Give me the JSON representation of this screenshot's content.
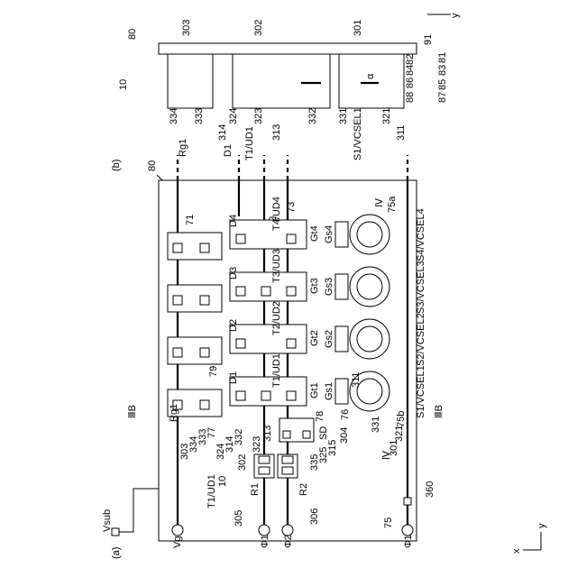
{
  "labels": {
    "fig_a": "(a)",
    "fig_b": "(b)",
    "device": "10",
    "substrate": "80",
    "vsub": "Vsub",
    "vga": "Vga",
    "phi1": "Φ1",
    "phi2": "Φ2",
    "phi1_bottom": "Φ1",
    "r1": "R1",
    "r2": "R2",
    "t1ud1_left": "T1/UD1",
    "n305": "305",
    "n306": "306",
    "n75": "75",
    "n360": "360",
    "n335": "335",
    "n325": "325",
    "n315": "315",
    "n304": "304",
    "n331": "331",
    "n301": "301",
    "n321": "321",
    "n75b": "75b",
    "iiib_top": "ⅢB",
    "iiib_bottom": "ⅢB",
    "iv_top": "Ⅳ",
    "iv_bottom": "Ⅳ",
    "n75a": "75a",
    "rg1": "Rg1",
    "n303": "303",
    "n334": "334",
    "n333": "333",
    "n77": "77",
    "n324": "324",
    "n314": "314",
    "n332": "332",
    "n302": "302",
    "n323": "323",
    "n313": "313",
    "sd": "SD",
    "n78": "78",
    "n76": "76",
    "n311": "311",
    "gs1": "Gs1",
    "gs2": "Gs2",
    "gs3": "Gs3",
    "gs4": "Gs4",
    "gt1": "Gt1",
    "gt2": "Gt2",
    "gt3": "Gt3",
    "gt4": "Gt4",
    "t1ud1": "T1/UD1",
    "t2ud2": "T2/UD2",
    "t3ud3": "T3/UD3",
    "t4ud4": "T4/UD4",
    "d1": "D1",
    "d2": "D2",
    "d3": "D3",
    "d4": "D4",
    "n79": "79",
    "s1vcsel1": "S1/VCSEL1",
    "s2vcsel2": "S2/VCSEL2",
    "s3vcsel3": "S3/VCSEL3",
    "s4vcsel4": "S4/VCSEL4",
    "n71": "71",
    "n72": "72",
    "n73": "73",
    "axis_x": "x",
    "axis_y": "y",
    "b_device": "10",
    "b_80": "80",
    "b_303": "303",
    "b_302": "302",
    "b_301": "301",
    "b_91": "91",
    "b_81": "81",
    "b_82": "82",
    "b_83": "83",
    "b_84": "84",
    "b_85": "85",
    "b_86": "86",
    "b_87": "87",
    "b_88": "88",
    "b_alpha": "α",
    "b_334": "334",
    "b_333": "333",
    "b_324": "324",
    "b_323": "323",
    "b_332": "332",
    "b_331": "331",
    "b_321": "321",
    "b_rg1": "Rg1",
    "b_314": "314",
    "b_d1": "D1",
    "b_313": "313",
    "b_t1ud1": "T1/UD1",
    "b_s1vcsel1": "S1/VCSEL1",
    "b_311": "311",
    "b_axis_y": "y"
  }
}
